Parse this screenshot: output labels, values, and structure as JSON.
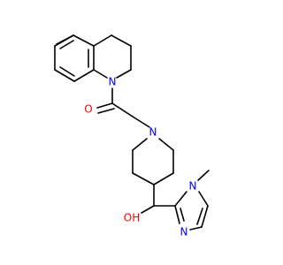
{
  "molecule": {
    "colors": {
      "bond": "#000000",
      "carbon": "#000000",
      "nitrogen": "#0000ff",
      "oxygen": "#ff0000"
    },
    "atoms": {
      "n_quinoline": {
        "label": "N",
        "element": "nitrogen"
      },
      "o_carbonyl": {
        "label": "O",
        "element": "oxygen"
      },
      "n_piperidine": {
        "label": "N",
        "element": "nitrogen"
      },
      "o_hydroxyl": {
        "label": "OH",
        "element": "oxygen"
      },
      "n_methyl_imidazole": {
        "label": "N",
        "element": "nitrogen"
      },
      "n_imidazole": {
        "label": "N",
        "element": "nitrogen"
      }
    }
  }
}
